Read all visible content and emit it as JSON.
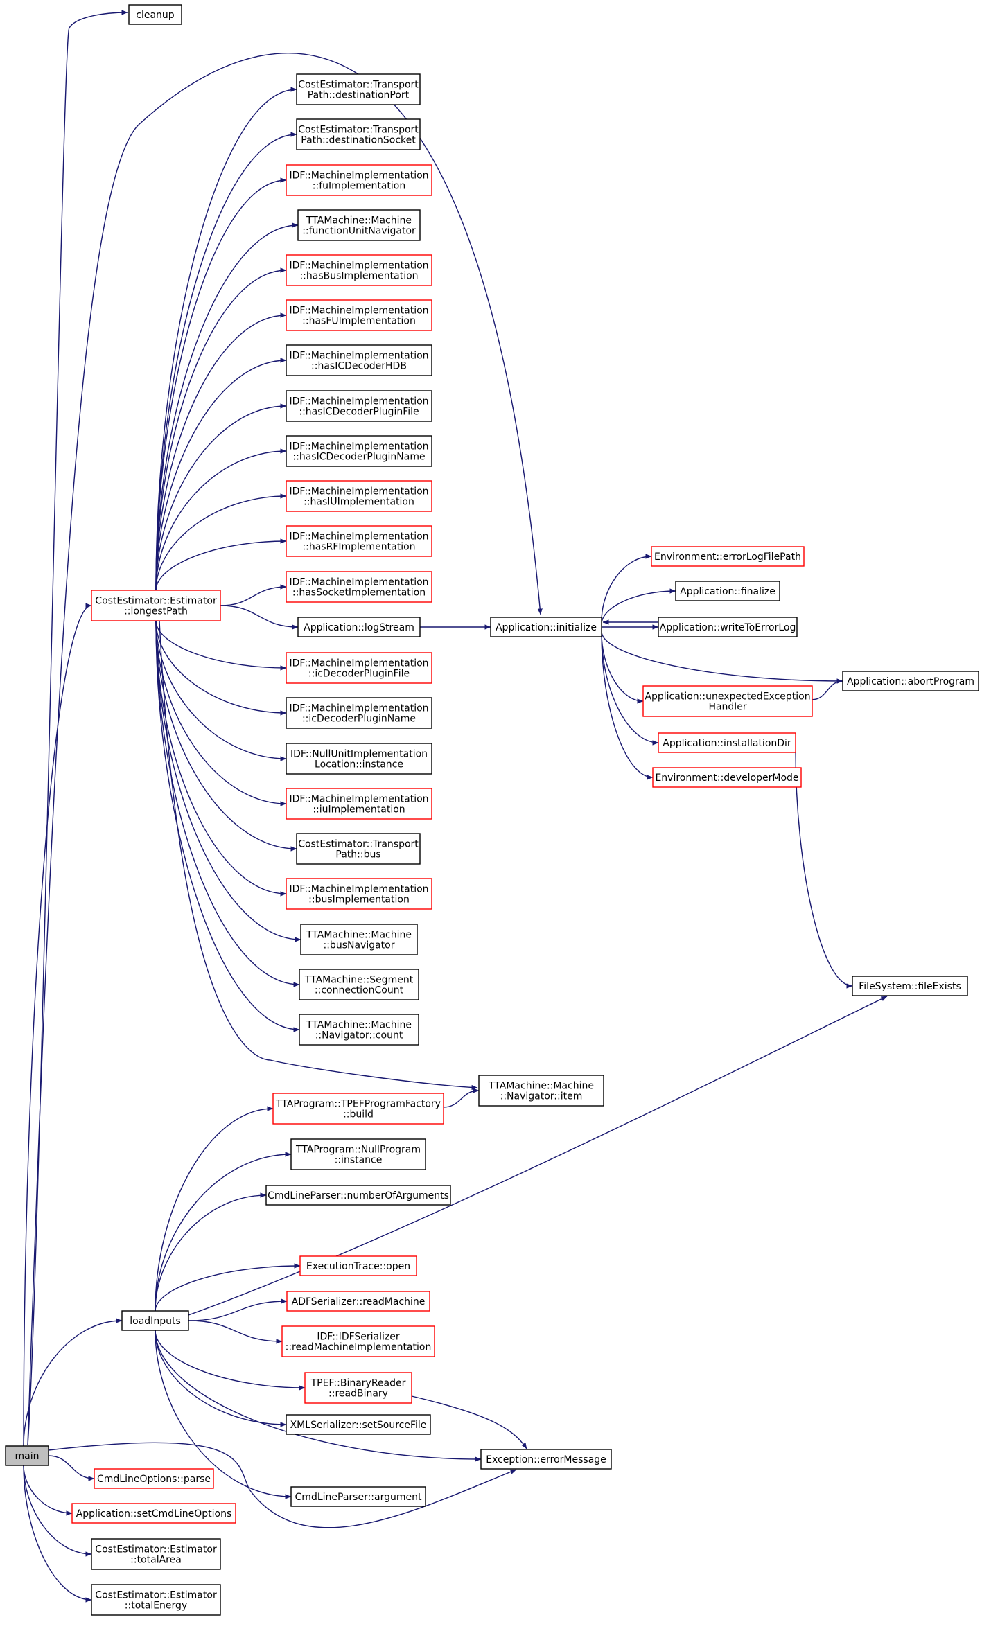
{
  "colors": {
    "edge": "#191970",
    "node_border": "#000000",
    "node_border_incomplete": "#ff0000",
    "root_fill": "#bfbfbf"
  },
  "nodes": [
    {
      "id": "main",
      "lines": [
        "main"
      ],
      "style": "root"
    },
    {
      "id": "cleanup",
      "lines": [
        "cleanup"
      ],
      "style": "normal"
    },
    {
      "id": "longestPath",
      "lines": [
        "CostEstimator::Estimator",
        "::longestPath"
      ],
      "style": "incomplete"
    },
    {
      "id": "destinationPort",
      "lines": [
        "CostEstimator::Transport",
        "Path::destinationPort"
      ],
      "style": "normal"
    },
    {
      "id": "destinationSocket",
      "lines": [
        "CostEstimator::Transport",
        "Path::destinationSocket"
      ],
      "style": "normal"
    },
    {
      "id": "fuImplementation",
      "lines": [
        "IDF::MachineImplementation",
        "::fuImplementation"
      ],
      "style": "incomplete"
    },
    {
      "id": "functionUnitNavigator",
      "lines": [
        "TTAMachine::Machine",
        "::functionUnitNavigator"
      ],
      "style": "normal"
    },
    {
      "id": "hasBusImplementation",
      "lines": [
        "IDF::MachineImplementation",
        "::hasBusImplementation"
      ],
      "style": "incomplete"
    },
    {
      "id": "hasFUImplementation",
      "lines": [
        "IDF::MachineImplementation",
        "::hasFUImplementation"
      ],
      "style": "incomplete"
    },
    {
      "id": "hasICDecoderHDB",
      "lines": [
        "IDF::MachineImplementation",
        "::hasICDecoderHDB"
      ],
      "style": "normal"
    },
    {
      "id": "hasICDecoderPluginFile",
      "lines": [
        "IDF::MachineImplementation",
        "::hasICDecoderPluginFile"
      ],
      "style": "normal"
    },
    {
      "id": "hasICDecoderPluginName",
      "lines": [
        "IDF::MachineImplementation",
        "::hasICDecoderPluginName"
      ],
      "style": "normal"
    },
    {
      "id": "hasIUImplementation",
      "lines": [
        "IDF::MachineImplementation",
        "::hasIUImplementation"
      ],
      "style": "incomplete"
    },
    {
      "id": "hasRFImplementation",
      "lines": [
        "IDF::MachineImplementation",
        "::hasRFImplementation"
      ],
      "style": "incomplete"
    },
    {
      "id": "hasSocketImplementation",
      "lines": [
        "IDF::MachineImplementation",
        "::hasSocketImplementation"
      ],
      "style": "incomplete"
    },
    {
      "id": "logStream",
      "lines": [
        "Application::logStream"
      ],
      "style": "normal"
    },
    {
      "id": "icDecoderPluginFile",
      "lines": [
        "IDF::MachineImplementation",
        "::icDecoderPluginFile"
      ],
      "style": "incomplete"
    },
    {
      "id": "icDecoderPluginName",
      "lines": [
        "IDF::MachineImplementation",
        "::icDecoderPluginName"
      ],
      "style": "normal"
    },
    {
      "id": "nullUnitInstance",
      "lines": [
        "IDF::NullUnitImplementation",
        "Location::instance"
      ],
      "style": "normal"
    },
    {
      "id": "iuImplementation",
      "lines": [
        "IDF::MachineImplementation",
        "::iuImplementation"
      ],
      "style": "incomplete"
    },
    {
      "id": "tpBus",
      "lines": [
        "CostEstimator::Transport",
        "Path::bus"
      ],
      "style": "normal"
    },
    {
      "id": "busImplementation",
      "lines": [
        "IDF::MachineImplementation",
        "::busImplementation"
      ],
      "style": "incomplete"
    },
    {
      "id": "busNavigator",
      "lines": [
        "TTAMachine::Machine",
        "::busNavigator"
      ],
      "style": "normal"
    },
    {
      "id": "connectionCount",
      "lines": [
        "TTAMachine::Segment",
        "::connectionCount"
      ],
      "style": "normal"
    },
    {
      "id": "navCount",
      "lines": [
        "TTAMachine::Machine",
        "::Navigator::count"
      ],
      "style": "normal"
    },
    {
      "id": "navItem",
      "lines": [
        "TTAMachine::Machine",
        "::Navigator::item"
      ],
      "style": "normal"
    },
    {
      "id": "initialize",
      "lines": [
        "Application::initialize"
      ],
      "style": "normal"
    },
    {
      "id": "errorLogFilePath",
      "lines": [
        "Environment::errorLogFilePath"
      ],
      "style": "incomplete"
    },
    {
      "id": "finalize",
      "lines": [
        "Application::finalize"
      ],
      "style": "normal"
    },
    {
      "id": "writeToErrorLog",
      "lines": [
        "Application::writeToErrorLog"
      ],
      "style": "normal"
    },
    {
      "id": "abortProgram",
      "lines": [
        "Application::abortProgram"
      ],
      "style": "normal"
    },
    {
      "id": "unexpectedHandler",
      "lines": [
        "Application::unexpectedException",
        "Handler"
      ],
      "style": "incomplete"
    },
    {
      "id": "installationDir",
      "lines": [
        "Application::installationDir"
      ],
      "style": "incomplete"
    },
    {
      "id": "developerMode",
      "lines": [
        "Environment::developerMode"
      ],
      "style": "incomplete"
    },
    {
      "id": "fileExists",
      "lines": [
        "FileSystem::fileExists"
      ],
      "style": "normal"
    },
    {
      "id": "tpefBuild",
      "lines": [
        "TTAProgram::TPEFProgramFactory",
        "::build"
      ],
      "style": "incomplete"
    },
    {
      "id": "nullProgram",
      "lines": [
        "TTAProgram::NullProgram",
        "::instance"
      ],
      "style": "normal"
    },
    {
      "id": "numberOfArguments",
      "lines": [
        "CmdLineParser::numberOfArguments"
      ],
      "style": "normal"
    },
    {
      "id": "loadInputs",
      "lines": [
        "loadInputs"
      ],
      "style": "normal"
    },
    {
      "id": "traceOpen",
      "lines": [
        "ExecutionTrace::open"
      ],
      "style": "incomplete"
    },
    {
      "id": "readMachine",
      "lines": [
        "ADFSerializer::readMachine"
      ],
      "style": "incomplete"
    },
    {
      "id": "readMachineImpl",
      "lines": [
        "IDF::IDFSerializer",
        "::readMachineImplementation"
      ],
      "style": "incomplete"
    },
    {
      "id": "readBinary",
      "lines": [
        "TPEF::BinaryReader",
        "::readBinary"
      ],
      "style": "incomplete"
    },
    {
      "id": "setSourceFile",
      "lines": [
        "XMLSerializer::setSourceFile"
      ],
      "style": "normal"
    },
    {
      "id": "errorMessage",
      "lines": [
        "Exception::errorMessage"
      ],
      "style": "normal"
    },
    {
      "id": "argument",
      "lines": [
        "CmdLineParser::argument"
      ],
      "style": "normal"
    },
    {
      "id": "parse",
      "lines": [
        "CmdLineOptions::parse"
      ],
      "style": "incomplete"
    },
    {
      "id": "setCmdLineOptions",
      "lines": [
        "Application::setCmdLineOptions"
      ],
      "style": "incomplete"
    },
    {
      "id": "totalArea",
      "lines": [
        "CostEstimator::Estimator",
        "::totalArea"
      ],
      "style": "normal"
    },
    {
      "id": "totalEnergy",
      "lines": [
        "CostEstimator::Estimator",
        "::totalEnergy"
      ],
      "style": "normal"
    }
  ],
  "edges": [
    [
      "main",
      "cleanup"
    ],
    [
      "main",
      "initialize"
    ],
    [
      "main",
      "longestPath"
    ],
    [
      "main",
      "loadInputs"
    ],
    [
      "main",
      "errorMessage"
    ],
    [
      "main",
      "parse"
    ],
    [
      "main",
      "setCmdLineOptions"
    ],
    [
      "main",
      "totalArea"
    ],
    [
      "main",
      "totalEnergy"
    ],
    [
      "longestPath",
      "destinationPort"
    ],
    [
      "longestPath",
      "destinationSocket"
    ],
    [
      "longestPath",
      "fuImplementation"
    ],
    [
      "longestPath",
      "functionUnitNavigator"
    ],
    [
      "longestPath",
      "hasBusImplementation"
    ],
    [
      "longestPath",
      "hasFUImplementation"
    ],
    [
      "longestPath",
      "hasICDecoderHDB"
    ],
    [
      "longestPath",
      "hasICDecoderPluginFile"
    ],
    [
      "longestPath",
      "hasICDecoderPluginName"
    ],
    [
      "longestPath",
      "hasIUImplementation"
    ],
    [
      "longestPath",
      "hasRFImplementation"
    ],
    [
      "longestPath",
      "hasSocketImplementation"
    ],
    [
      "longestPath",
      "logStream"
    ],
    [
      "longestPath",
      "icDecoderPluginFile"
    ],
    [
      "longestPath",
      "icDecoderPluginName"
    ],
    [
      "longestPath",
      "nullUnitInstance"
    ],
    [
      "longestPath",
      "iuImplementation"
    ],
    [
      "longestPath",
      "tpBus"
    ],
    [
      "longestPath",
      "busImplementation"
    ],
    [
      "longestPath",
      "busNavigator"
    ],
    [
      "longestPath",
      "connectionCount"
    ],
    [
      "longestPath",
      "navCount"
    ],
    [
      "longestPath",
      "navItem"
    ],
    [
      "logStream",
      "initialize"
    ],
    [
      "initialize",
      "errorLogFilePath"
    ],
    [
      "initialize",
      "finalize"
    ],
    [
      "initialize",
      "writeToErrorLog"
    ],
    [
      "initialize",
      "abortProgram"
    ],
    [
      "initialize",
      "unexpectedHandler"
    ],
    [
      "initialize",
      "installationDir"
    ],
    [
      "initialize",
      "developerMode"
    ],
    [
      "writeToErrorLog",
      "initialize"
    ],
    [
      "unexpectedHandler",
      "abortProgram"
    ],
    [
      "installationDir",
      "fileExists"
    ],
    [
      "loadInputs",
      "tpefBuild"
    ],
    [
      "loadInputs",
      "nullProgram"
    ],
    [
      "loadInputs",
      "numberOfArguments"
    ],
    [
      "loadInputs",
      "fileExists"
    ],
    [
      "loadInputs",
      "traceOpen"
    ],
    [
      "loadInputs",
      "readMachine"
    ],
    [
      "loadInputs",
      "readMachineImpl"
    ],
    [
      "loadInputs",
      "readBinary"
    ],
    [
      "loadInputs",
      "setSourceFile"
    ],
    [
      "loadInputs",
      "errorMessage"
    ],
    [
      "loadInputs",
      "argument"
    ],
    [
      "tpefBuild",
      "navItem"
    ],
    [
      "readBinary",
      "errorMessage"
    ]
  ]
}
